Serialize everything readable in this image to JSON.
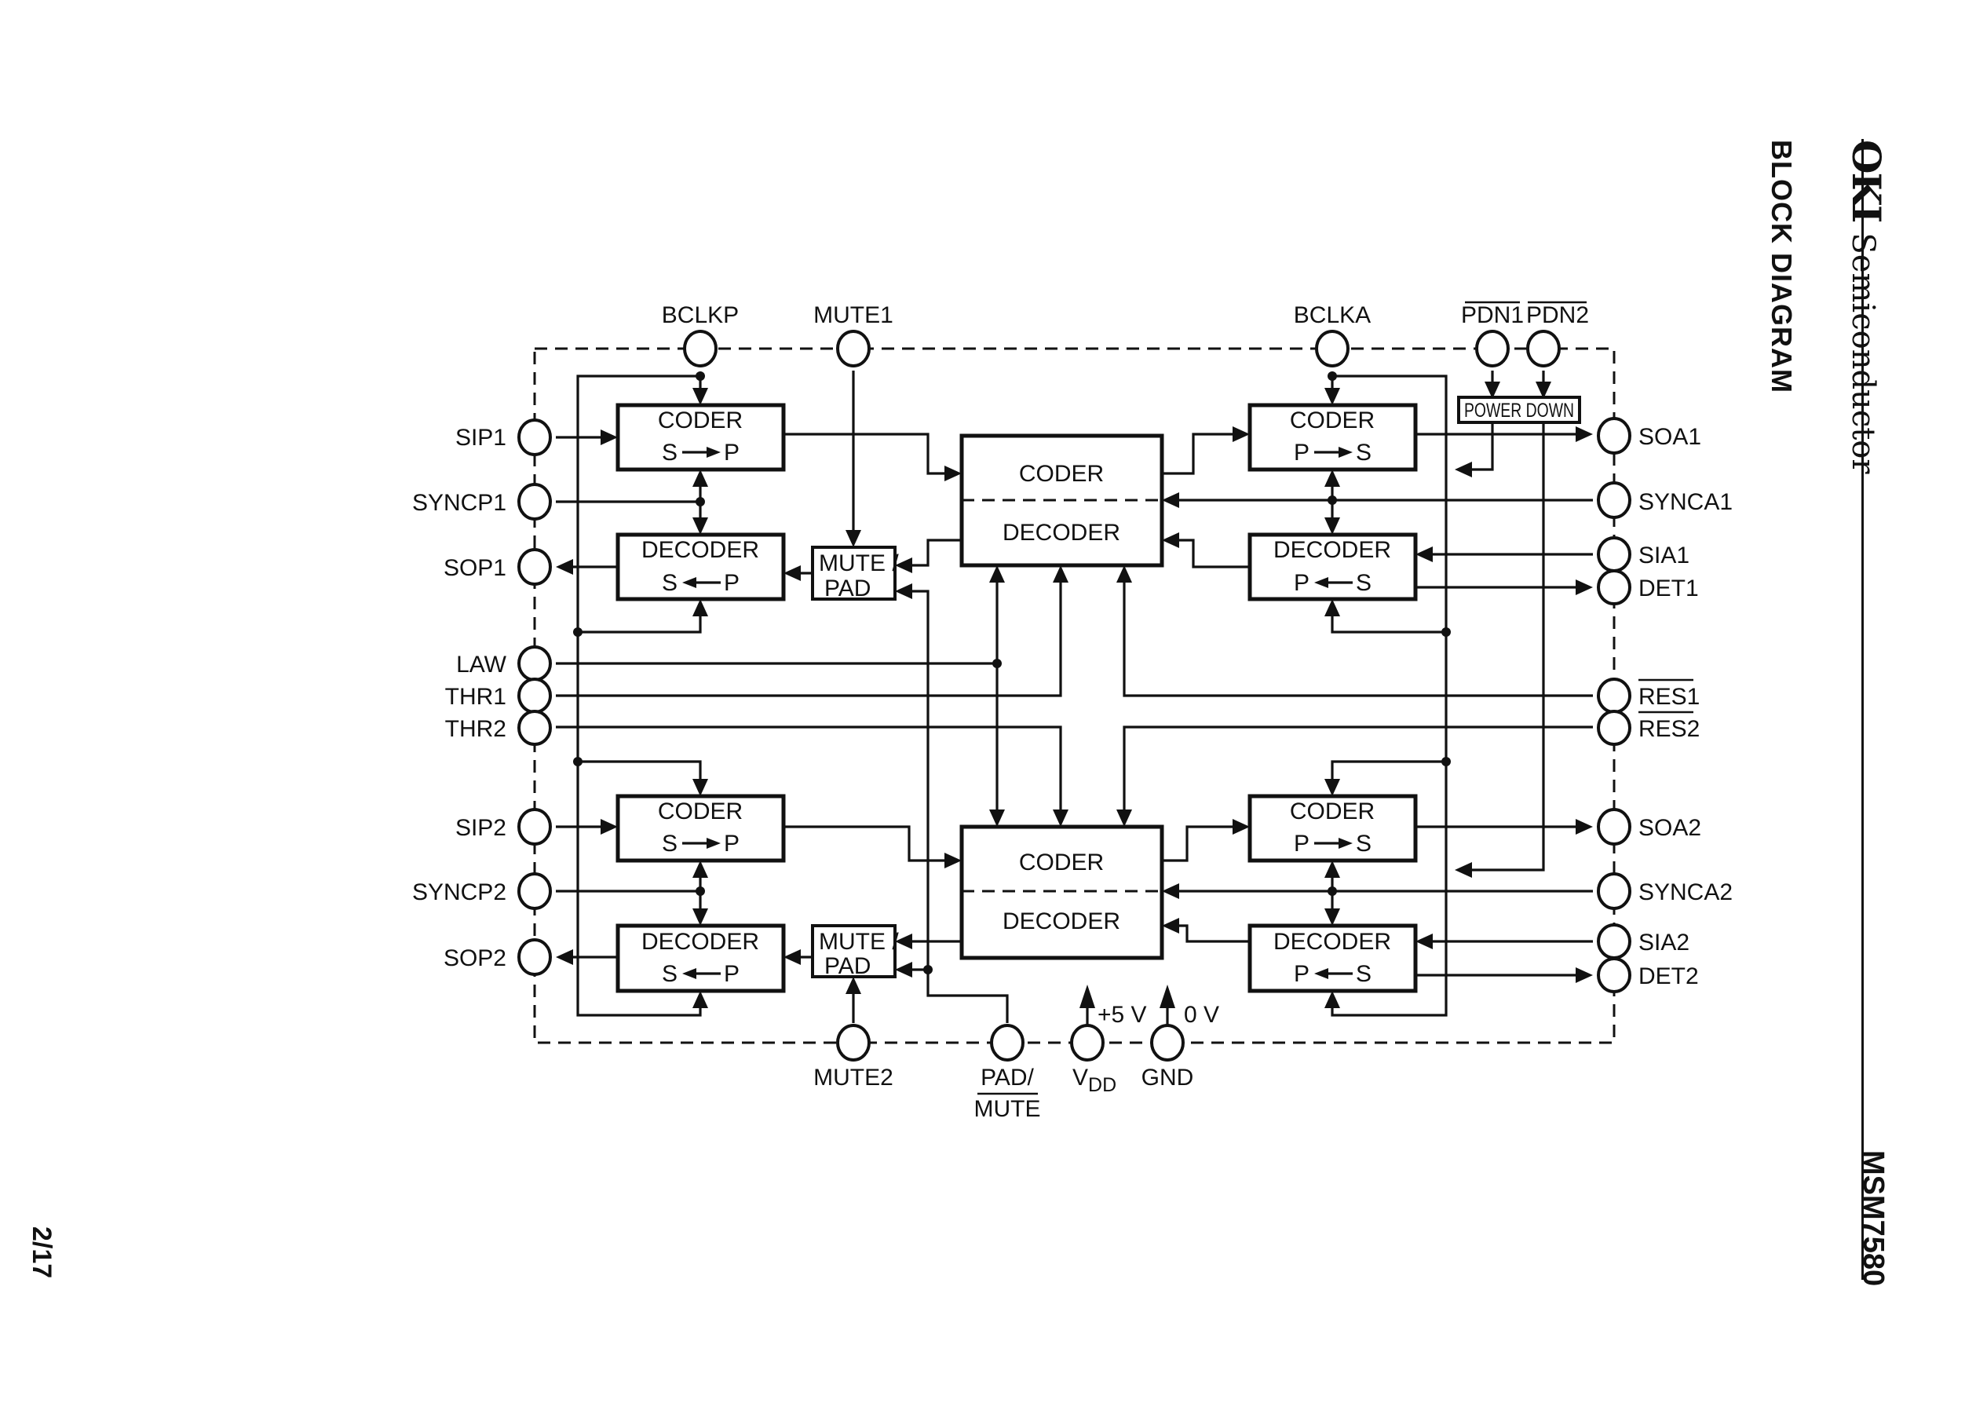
{
  "header": {
    "brand": "OKI",
    "brand_suffix": "Semiconductor",
    "section_title": "BLOCK DIAGRAM",
    "part_number": "MSM7580"
  },
  "footer": {
    "page": "2/17"
  },
  "diagram": {
    "pins": {
      "top": [
        {
          "id": "bclkp",
          "label": "BCLKP",
          "overbar": false
        },
        {
          "id": "mute1",
          "label": "MUTE1",
          "overbar": false
        },
        {
          "id": "bclka",
          "label": "BCLKA",
          "overbar": false
        },
        {
          "id": "pdn1",
          "label": "PDN1",
          "overbar": true
        },
        {
          "id": "pdn2",
          "label": "PDN2",
          "overbar": true
        }
      ],
      "left": [
        {
          "id": "sip1",
          "label": "SIP1"
        },
        {
          "id": "syncp1",
          "label": "SYNCP1"
        },
        {
          "id": "sop1",
          "label": "SOP1"
        },
        {
          "id": "law",
          "label": "LAW"
        },
        {
          "id": "thr1",
          "label": "THR1"
        },
        {
          "id": "thr2",
          "label": "THR2"
        },
        {
          "id": "sip2",
          "label": "SIP2"
        },
        {
          "id": "syncp2",
          "label": "SYNCP2"
        },
        {
          "id": "sop2",
          "label": "SOP2"
        }
      ],
      "right": [
        {
          "id": "soa1",
          "label": "SOA1",
          "overbar": false
        },
        {
          "id": "synca1",
          "label": "SYNCA1",
          "overbar": false
        },
        {
          "id": "sia1",
          "label": "SIA1",
          "overbar": false
        },
        {
          "id": "det1",
          "label": "DET1",
          "overbar": false
        },
        {
          "id": "res1",
          "label": "RES1",
          "overbar": true
        },
        {
          "id": "res2",
          "label": "RES2",
          "overbar": true
        },
        {
          "id": "soa2",
          "label": "SOA2",
          "overbar": false
        },
        {
          "id": "synca2",
          "label": "SYNCA2",
          "overbar": false
        },
        {
          "id": "sia2",
          "label": "SIA2",
          "overbar": false
        },
        {
          "id": "det2",
          "label": "DET2",
          "overbar": false
        }
      ],
      "bottom": [
        {
          "id": "mute2",
          "label": "MUTE2"
        },
        {
          "id": "pad_mute",
          "label_line1": "PAD/",
          "label_line2": "MUTE",
          "line2_overbar": true
        },
        {
          "id": "vdd",
          "label_main": "V",
          "label_sub": "DD",
          "supply": "+5 V"
        },
        {
          "id": "gnd",
          "label": "GND",
          "supply": "0 V"
        }
      ]
    },
    "blocks": {
      "coder_sp_1": {
        "title": "CODER",
        "from": "S",
        "to": "P",
        "direction": "right"
      },
      "decoder_sp_1": {
        "title": "DECODER",
        "from": "S",
        "to": "P",
        "direction": "left"
      },
      "coder_ps_1": {
        "title": "CODER",
        "from": "P",
        "to": "S",
        "direction": "right"
      },
      "decoder_ps_1": {
        "title": "DECODER",
        "from": "P",
        "to": "S",
        "direction": "left"
      },
      "coder_sp_2": {
        "title": "CODER",
        "from": "S",
        "to": "P",
        "direction": "right"
      },
      "decoder_sp_2": {
        "title": "DECODER",
        "from": "S",
        "to": "P",
        "direction": "left"
      },
      "coder_ps_2": {
        "title": "CODER",
        "from": "P",
        "to": "S",
        "direction": "right"
      },
      "decoder_ps_2": {
        "title": "DECODER",
        "from": "P",
        "to": "S",
        "direction": "left"
      },
      "codec_1": {
        "top": "CODER",
        "bottom": "DECODER"
      },
      "codec_2": {
        "top": "CODER",
        "bottom": "DECODER"
      },
      "mute_pad_1": {
        "line1": "MUTE /",
        "line2": "PAD"
      },
      "mute_pad_2": {
        "line1": "MUTE /",
        "line2": "PAD"
      },
      "power_down": {
        "label": "POWER DOWN"
      }
    }
  }
}
